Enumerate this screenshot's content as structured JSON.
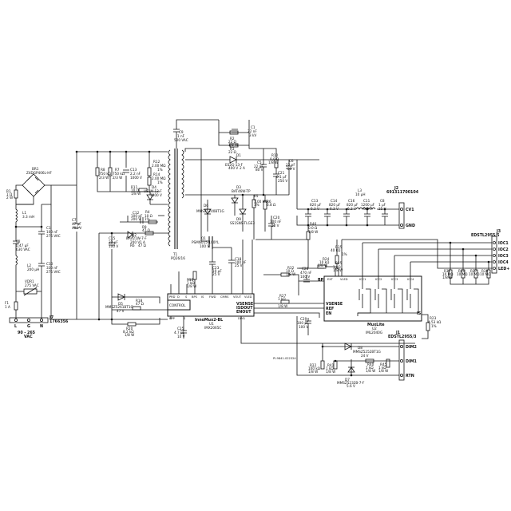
{
  "labels": {
    "br1": "BR1",
    "br1_part": "Z4DGP406L-HF",
    "r1": "R1",
    "r1_v": "1 Ω",
    "r1_p": "2 W",
    "l1": "L1",
    "l1_v": "3.3 mH",
    "c1x": "C1",
    "c1x_v": "100 nF",
    "c1x_vv": "275 VAC",
    "c2": "C2",
    "c2_v": "0.47 μF",
    "c2_vv": "630 VAC",
    "l2": "L2",
    "l2_v": "200 μH",
    "c10": "C10",
    "c10_v": "330 nF",
    "c10_vv": "275 VAC",
    "vdr1": "VDR1",
    "vdr1_v": "275 VAC",
    "f1": "F1",
    "f1_v": "1 A",
    "j7": "J7",
    "j7_part": "1766356",
    "term_l": "L",
    "term_g": "G",
    "term_n": "N",
    "vin": "90 - 265",
    "vin_u": "VAC",
    "c7": "C7",
    "c7_v": "47 μF",
    "c7_vv": "400 V",
    "r8": "R8",
    "r8_v": "750 kΩ",
    "r8_p": "2/3 W",
    "r7": "R7",
    "r7_v": "750 kΩ",
    "r7_p": "2/3 W",
    "c13": "C13",
    "c13_v": "2.2 nF",
    "c13_vv": "1000 V",
    "r11": "R11",
    "r11_v": "10 Ω",
    "r11_p": "1/8 W",
    "r12": "R12",
    "r12_v": "2.00 MΩ",
    "r12_t": "1%",
    "r14": "R14",
    "r14_v": "2.00 MΩ",
    "r14_t": "1%",
    "d4": "D4",
    "d4_part": "US1M-13-F",
    "d4_v": "1000 V",
    "c9": "C9",
    "c9_v": "1 nF",
    "c9_vv": "500 VAC",
    "t1": "T1",
    "t1_part": "PQ26/16",
    "c12": "C12",
    "c12_v": "100 pF",
    "c12_vv": "200 V",
    "r4": "R4",
    "r4_v": "10 Ω",
    "r4_t": "1%",
    "r4_p": "1/8 W",
    "c15": "C15",
    "c15_v": "22 μF",
    "c15_vv": "100 V",
    "d2": "D2",
    "d2_part": "BAV21W-7-F",
    "d2_v": "200 V",
    "d2_a": "1 A",
    "r9": "R9",
    "r9_v": "47 Ω",
    "r9_t": "1%",
    "r9_p": "1/8 W",
    "r6": "R6",
    "r6_v": "47 Ω",
    "r6_p": "1/8 W",
    "d5": "D5",
    "d5_part": "MMSZ5261BT1G",
    "d5_v": "47 V",
    "r18": "R18",
    "r18_v": "47 Ω",
    "r18_t": "1%",
    "r18_p": "1/8 W",
    "r20": "R20",
    "r20_v": "8.2 kΩ",
    "r20_p": "1/8 W",
    "r13": "R13",
    "r13_v": "1 kΩ",
    "r13_p": "1/8 W",
    "c25": "C25",
    "c25_v": "4.7 μF",
    "c25_vv": "10 V",
    "q1": "Q1",
    "q1_part": "PSMN015-100YL",
    "q1_v": "100 V",
    "c23": "C23",
    "c23_v": "10 μF",
    "c23_vv": "25 V",
    "c18": "C18",
    "c18_v": "100 nF",
    "c18_vv": "25 V",
    "d6": "D6",
    "d6_part": "MMSZ5240BT1G",
    "d3": "D3",
    "d3_part": "BAT46W-TP",
    "r5": "R5",
    "r5_v": "1.00 MΩ",
    "r5_t": "1%",
    "r6b": "R6",
    "r6b_v": "6.8 Ω",
    "d9": "D9",
    "d9_part": "SS1SNS-TLGE3",
    "c20": "C20",
    "c20_v": "100 nF",
    "c20_vv": "50 V",
    "c1": "C1",
    "c1_v": "22 nF",
    "c1_vv": "3 kV",
    "r2": "R2",
    "r2_v": "22 Ω",
    "r2_p": "1/8 W",
    "r3": "R3",
    "r3_v": "22 Ω",
    "d1": "D1",
    "d1_part": "ES2G-13-F",
    "d1_v": "400 V",
    "d1_a": "2 A",
    "c5": "C5",
    "c5_v": "22 pF",
    "c5_vv": "80 V",
    "r10": "R10",
    "r10_v": "0.0 Ω",
    "r10_p": "1/8 W",
    "c21": "C21",
    "c21_v": "0.1 μF",
    "c21_vv": "250 V",
    "c6": "C6",
    "c6_v": "22 nF",
    "c6_vv": "80 V",
    "c13b": "C13",
    "c13b_v": "820 μF",
    "c13b_vv": "6.3 V",
    "c14": "C14",
    "c14_v": "820 μF",
    "c14_vv": "6.3 V",
    "l3": "L3",
    "l3_v": "10 μH",
    "c16": "C16",
    "c16_v": "820 μF",
    "c16_vv": "6.3 V",
    "c11b": "C11",
    "c11b_v": "1200 μF",
    "c11b_vv": "6.3 V",
    "c8": "C8",
    "c8_v": "1 μF",
    "c8_vv": "25 V",
    "j2": "J2",
    "j2_part": "691311700104",
    "cv1": "CV1",
    "gnd": "GND",
    "r46": "R46",
    "r46_v": "0.0 Ω",
    "r46_p": "1/8 W",
    "r32": "R32",
    "r32_v": "10 Ω",
    "r32_p": "1/8 W",
    "r24": "R24",
    "r24_v": "10 kΩ",
    "r24_p": "1/8 W",
    "r35": "R35",
    "r35_v": "40 kΩ",
    "r35_t": "1%",
    "r35_p": "1/8 W",
    "r25": "R25",
    "r25_v": "1 kΩ",
    "r25_p": "1/8 W",
    "c28": "C28",
    "c28_v": "470 nF",
    "c28_vv": "100 V",
    "r27": "R27",
    "r27_v": "1 kΩ",
    "r27_p": "1/8 W",
    "c29": "C29",
    "c29_v": "100 pF",
    "c29_vv": "100 V",
    "r23": "R23",
    "r23_v": "4.53 kΩ",
    "r23_t": "1%",
    "r23_p": "1/8 W",
    "u1": "U1",
    "u1_name": "InnoMux2-BL",
    "u1_part": "IMX2065C",
    "u2": "U2",
    "u2_name": "MuxLite",
    "u2_part": "IML2040G",
    "j3": "J3",
    "j3_part": "EDSTL2955/5",
    "j1": "J1",
    "j1_part": "EDSTL2955/3",
    "r36": "R36",
    "r39": "R39",
    "r37": "R37",
    "r38": "R38",
    "r36_v": "10 MΩ",
    "r39_v": "10 MΩ",
    "r37_v": "10 MΩ",
    "r38_v": "10 MΩ",
    "r3x_p": "1/8 W",
    "d8": "D8",
    "d8_part": "MMSZ5252BT1G",
    "d8_v": "24 V",
    "d7": "D7",
    "d7_part": "MMSZ5232B-7-F",
    "d7_v": "5.6 V",
    "r22": "R22",
    "r22_v": "100 kΩ",
    "r22_p": "1/8 W",
    "r41": "R41",
    "r41_v": "1 kΩ",
    "r41_p": "1/8 W",
    "r40": "R40",
    "r40_v": "1 kΩ",
    "r40_p": "1/8 W",
    "r45": "R45",
    "r45_v": "1 kΩ",
    "r45_p": "1/8 W",
    "dim2": "DIM2",
    "dim1": "DIM1",
    "rtn": "RTN",
    "iocs": [
      "IOC1",
      "IOC2",
      "IOC3",
      "IOC4",
      "LED+"
    ],
    "pi": "PI-9841-022324"
  },
  "pins": {
    "u1_top": [
      "PRD",
      "D",
      "S",
      "BPS",
      "IS",
      "FWD",
      "CMRS",
      "VOUT",
      "VLED"
    ],
    "u1_in": [
      "CONTROL"
    ],
    "u1_right": [
      "VSENSE",
      "ISDOUT",
      "ENOUT"
    ],
    "u1_bot": [
      "BPP",
      "S",
      "DIM1"
    ],
    "u2_top": [
      "EXT",
      "VLED",
      "ICC1",
      "ICC2",
      "ICC3",
      "ICC4"
    ],
    "u2_left": [
      "BP",
      "VSENSE",
      "REF",
      "EN"
    ],
    "u2_right": [
      "IS"
    ]
  }
}
